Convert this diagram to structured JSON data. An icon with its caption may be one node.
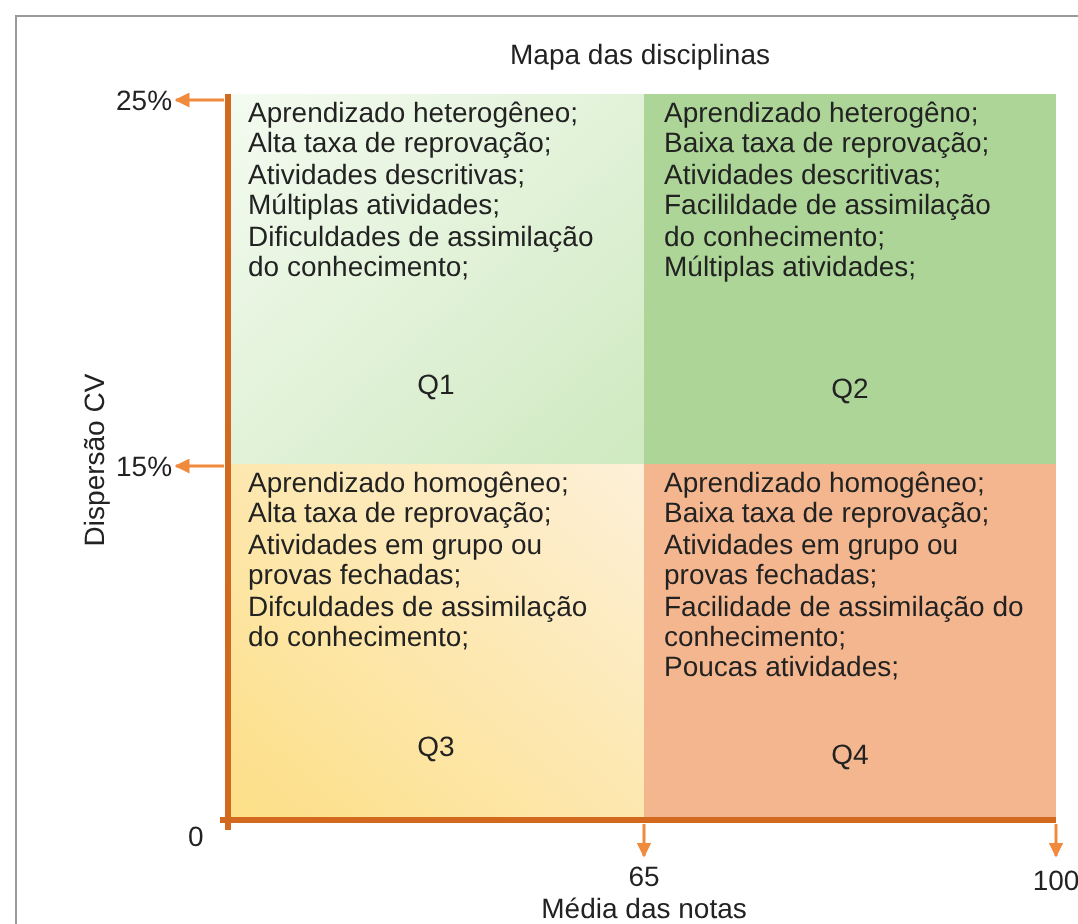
{
  "diagram": {
    "title": "Mapa das disciplinas",
    "nodes": [
      {
        "text": [
          "Aprendizado heterogêneo;",
          "Alta taxa de reprovação;",
          "Atividades descritivas;",
          "Múltiplas atividades;",
          "Dificuldades de assimilação do conhecimento;",
          "Q1"
        ]
      },
      {
        "text": [
          "Aprendizado heterogêno;",
          "Baixa taxa de reprovação;",
          "Atividades descritivas;",
          "Facilildade de assimilação do conhecimento;",
          "Múltiplas atividades;",
          "Q2"
        ]
      },
      {
        "text": [
          "Aprendizado homogêneo;",
          "Alta taxa de reprovação;",
          "Atividades em grupo ou provas fechadas;",
          "Difculdades de assimilação do conhecimento;",
          "Q3"
        ]
      },
      {
        "text": [
          "Aprendizado homogêneo;",
          "Baixa taxa de reprovação;",
          "Atividades em grupo ou provas fechadas;",
          "Facilidade de assimilação do conhecimento;",
          "Poucas atividades;",
          "Q4"
        ]
      }
    ],
    "labels": [
      "25%",
      "15%",
      "Dispersão CV",
      "0",
      "65",
      "100",
      "Média das notas"
    ]
  }
}
